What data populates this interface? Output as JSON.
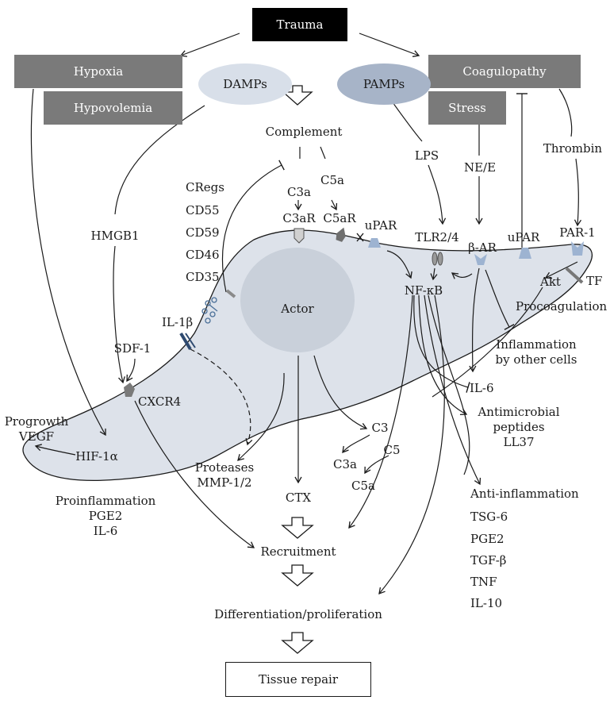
{
  "boxes": {
    "trauma": "Trauma",
    "hypoxia": "Hypoxia",
    "hypovolemia": "Hypovolemia",
    "coagulopathy": "Coagulopathy",
    "stress": "Stress",
    "tissue_repair": "Tissue repair"
  },
  "ellipses": {
    "damps": "DAMPs",
    "pamps": "PAMPs",
    "actor": "Actor"
  },
  "labels": {
    "complement": "Complement",
    "lps": "LPS",
    "ne_e": "NE/E",
    "thrombin": "Thrombin",
    "cregs": "CRegs",
    "cd55": "CD55",
    "cd59": "CD59",
    "cd46": "CD46",
    "cd35": "CD35",
    "c3a_top": "C3a",
    "c5a_top": "C5a",
    "c3ar": "C3aR",
    "c5ar": "C5aR",
    "upar_left": "uPAR",
    "tlr24": "TLR2/4",
    "beta_ar": "β-AR",
    "upar_right": "uPAR",
    "par1": "PAR-1",
    "hmgb1": "HMGB1",
    "akt": "Akt",
    "tf": "TF",
    "procoagulation": "Procoagulation",
    "il1b": "IL-1β",
    "nfkb": "NF-κB",
    "sdf1": "SDF-1",
    "inflammation_other_1": "Inflammation",
    "inflammation_other_2": "by other cells",
    "cxcr4": "CXCR4",
    "il6_right": "IL-6",
    "progrowth": "Progrowth",
    "vegf": "VEGF",
    "antimicrobial_1": "Antimicrobial",
    "antimicrobial_2": "peptides",
    "ll37": "LL37",
    "hif1a": "HIF-1α",
    "c3_mid": "C3",
    "c3a_mid": "C3a",
    "c5_mid": "C5",
    "c5a_mid": "C5a",
    "proteases": "Proteases",
    "mmp": "MMP-1/2",
    "ctx": "CTX",
    "proinflammation": "Proinflammation",
    "pge2_left": "PGE2",
    "il6_left": "IL-6",
    "anti_inflammation": "Anti-inflammation",
    "tsg6": "TSG-6",
    "pge2_right": "PGE2",
    "tgfb": "TGF-β",
    "tnf": "TNF",
    "il10": "IL-10",
    "recruitment": "Recruitment",
    "differentiation": "Differentiation/proliferation"
  },
  "colors": {
    "cell_fill": "#dde2ea",
    "nucleus_fill": "#c9d0da",
    "damps_fill": "#d8dfe9",
    "pamps_fill": "#a7b4c8",
    "gray_box": "#7a7a7a",
    "receptor_blue": "#9db3d1",
    "receptor_dark_blue": "#2e4a70",
    "receptor_gray": "#8a8a8a"
  },
  "icons": [
    "hollow-down-arrow-icon",
    "receptor-icon",
    "inhibit-bar-icon"
  ]
}
